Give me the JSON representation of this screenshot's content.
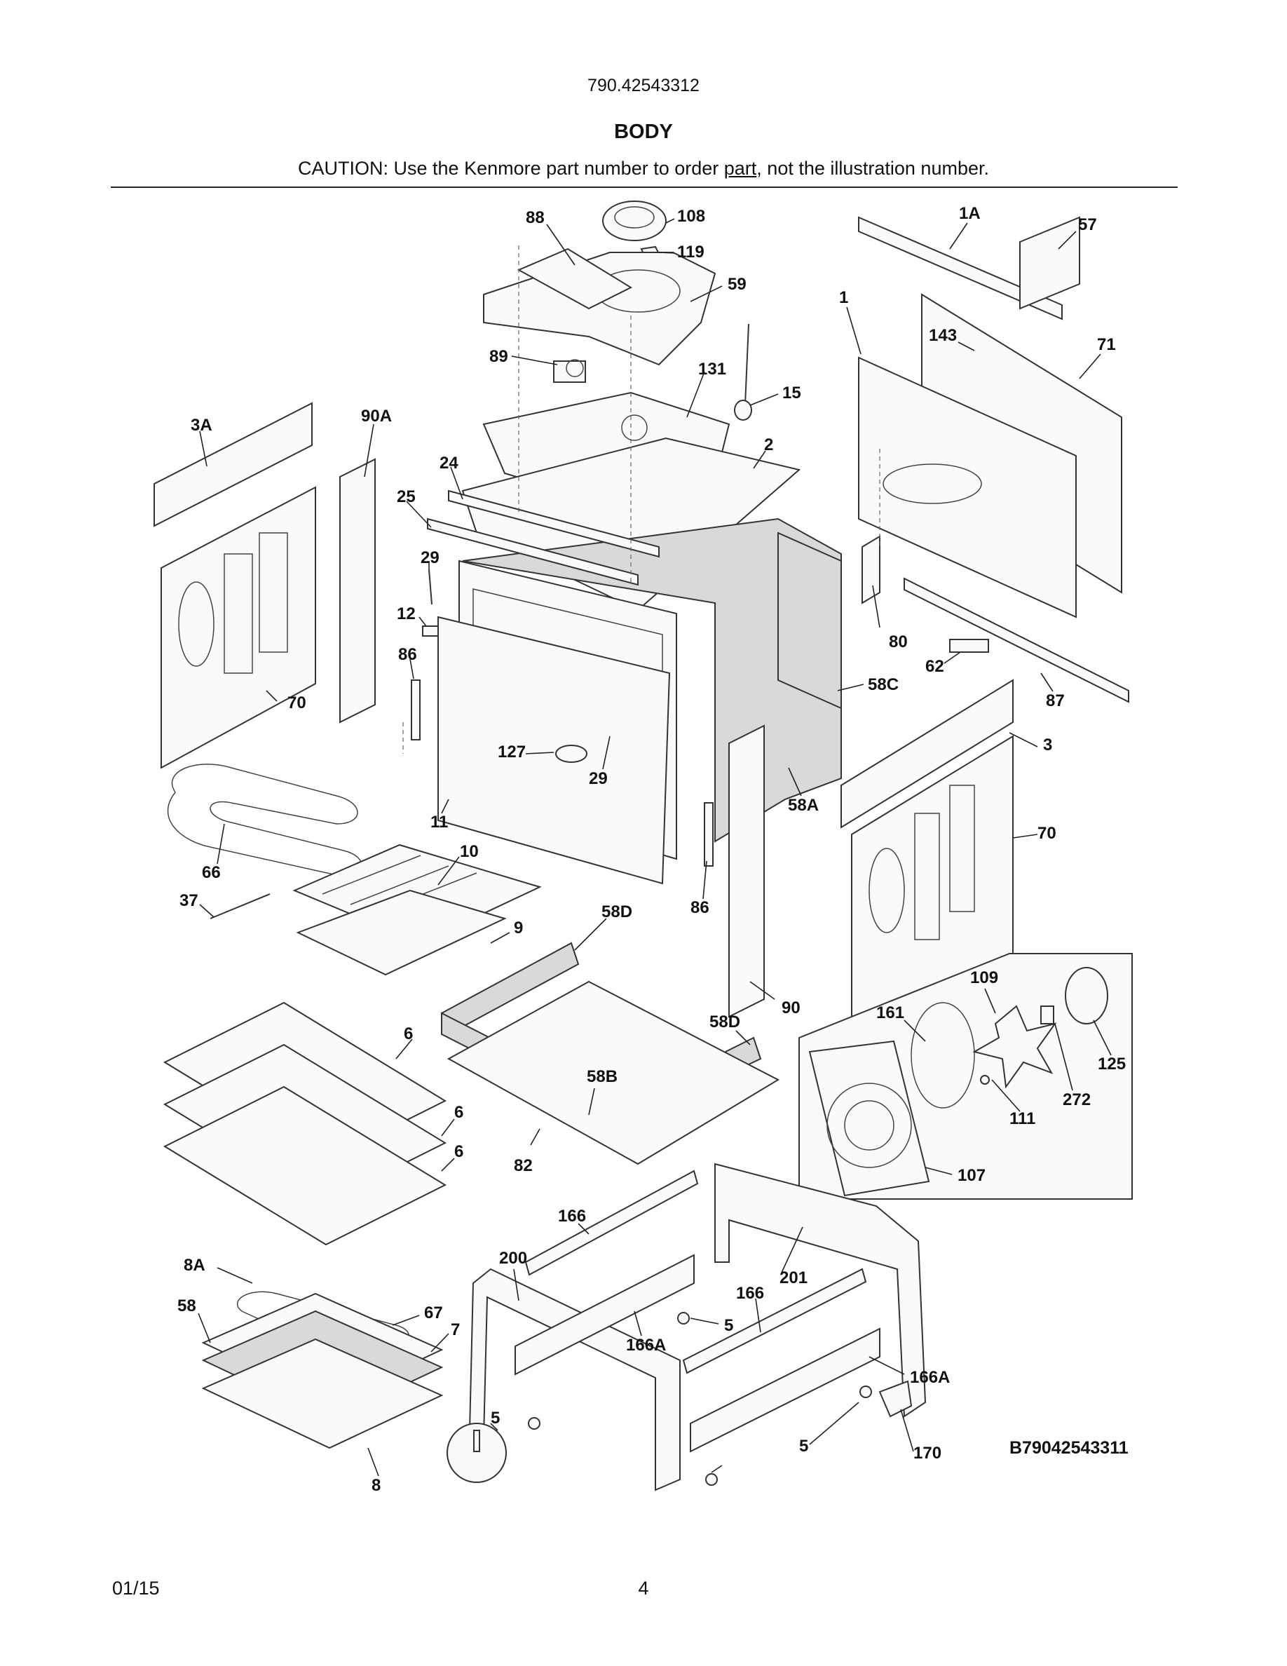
{
  "header": {
    "model_number": "790.42543312",
    "section_title": "BODY",
    "caution_before": "CAUTION: Use the Kenmore part number to order ",
    "caution_underlined": "part",
    "caution_after": ", not the illustration number."
  },
  "diagram_code": "B79042543311",
  "footer": {
    "date": "01/15",
    "page": "4"
  },
  "callouts": [
    "88",
    "108",
    "119",
    "59",
    "89",
    "131",
    "15",
    "1A",
    "57",
    "1",
    "143",
    "71",
    "3A",
    "90A",
    "24",
    "2",
    "25",
    "29",
    "12",
    "86",
    "80",
    "62",
    "58C",
    "87",
    "70",
    "127",
    "29",
    "11",
    "58A",
    "3",
    "70",
    "66",
    "10",
    "37",
    "58D",
    "86",
    "9",
    "90",
    "109",
    "161",
    "125",
    "6",
    "58D",
    "58B",
    "6",
    "111",
    "272",
    "6",
    "82",
    "107",
    "166",
    "200",
    "201",
    "8A",
    "166",
    "58",
    "67",
    "5",
    "166A",
    "7",
    "166A",
    "5",
    "5",
    "170",
    "8"
  ]
}
